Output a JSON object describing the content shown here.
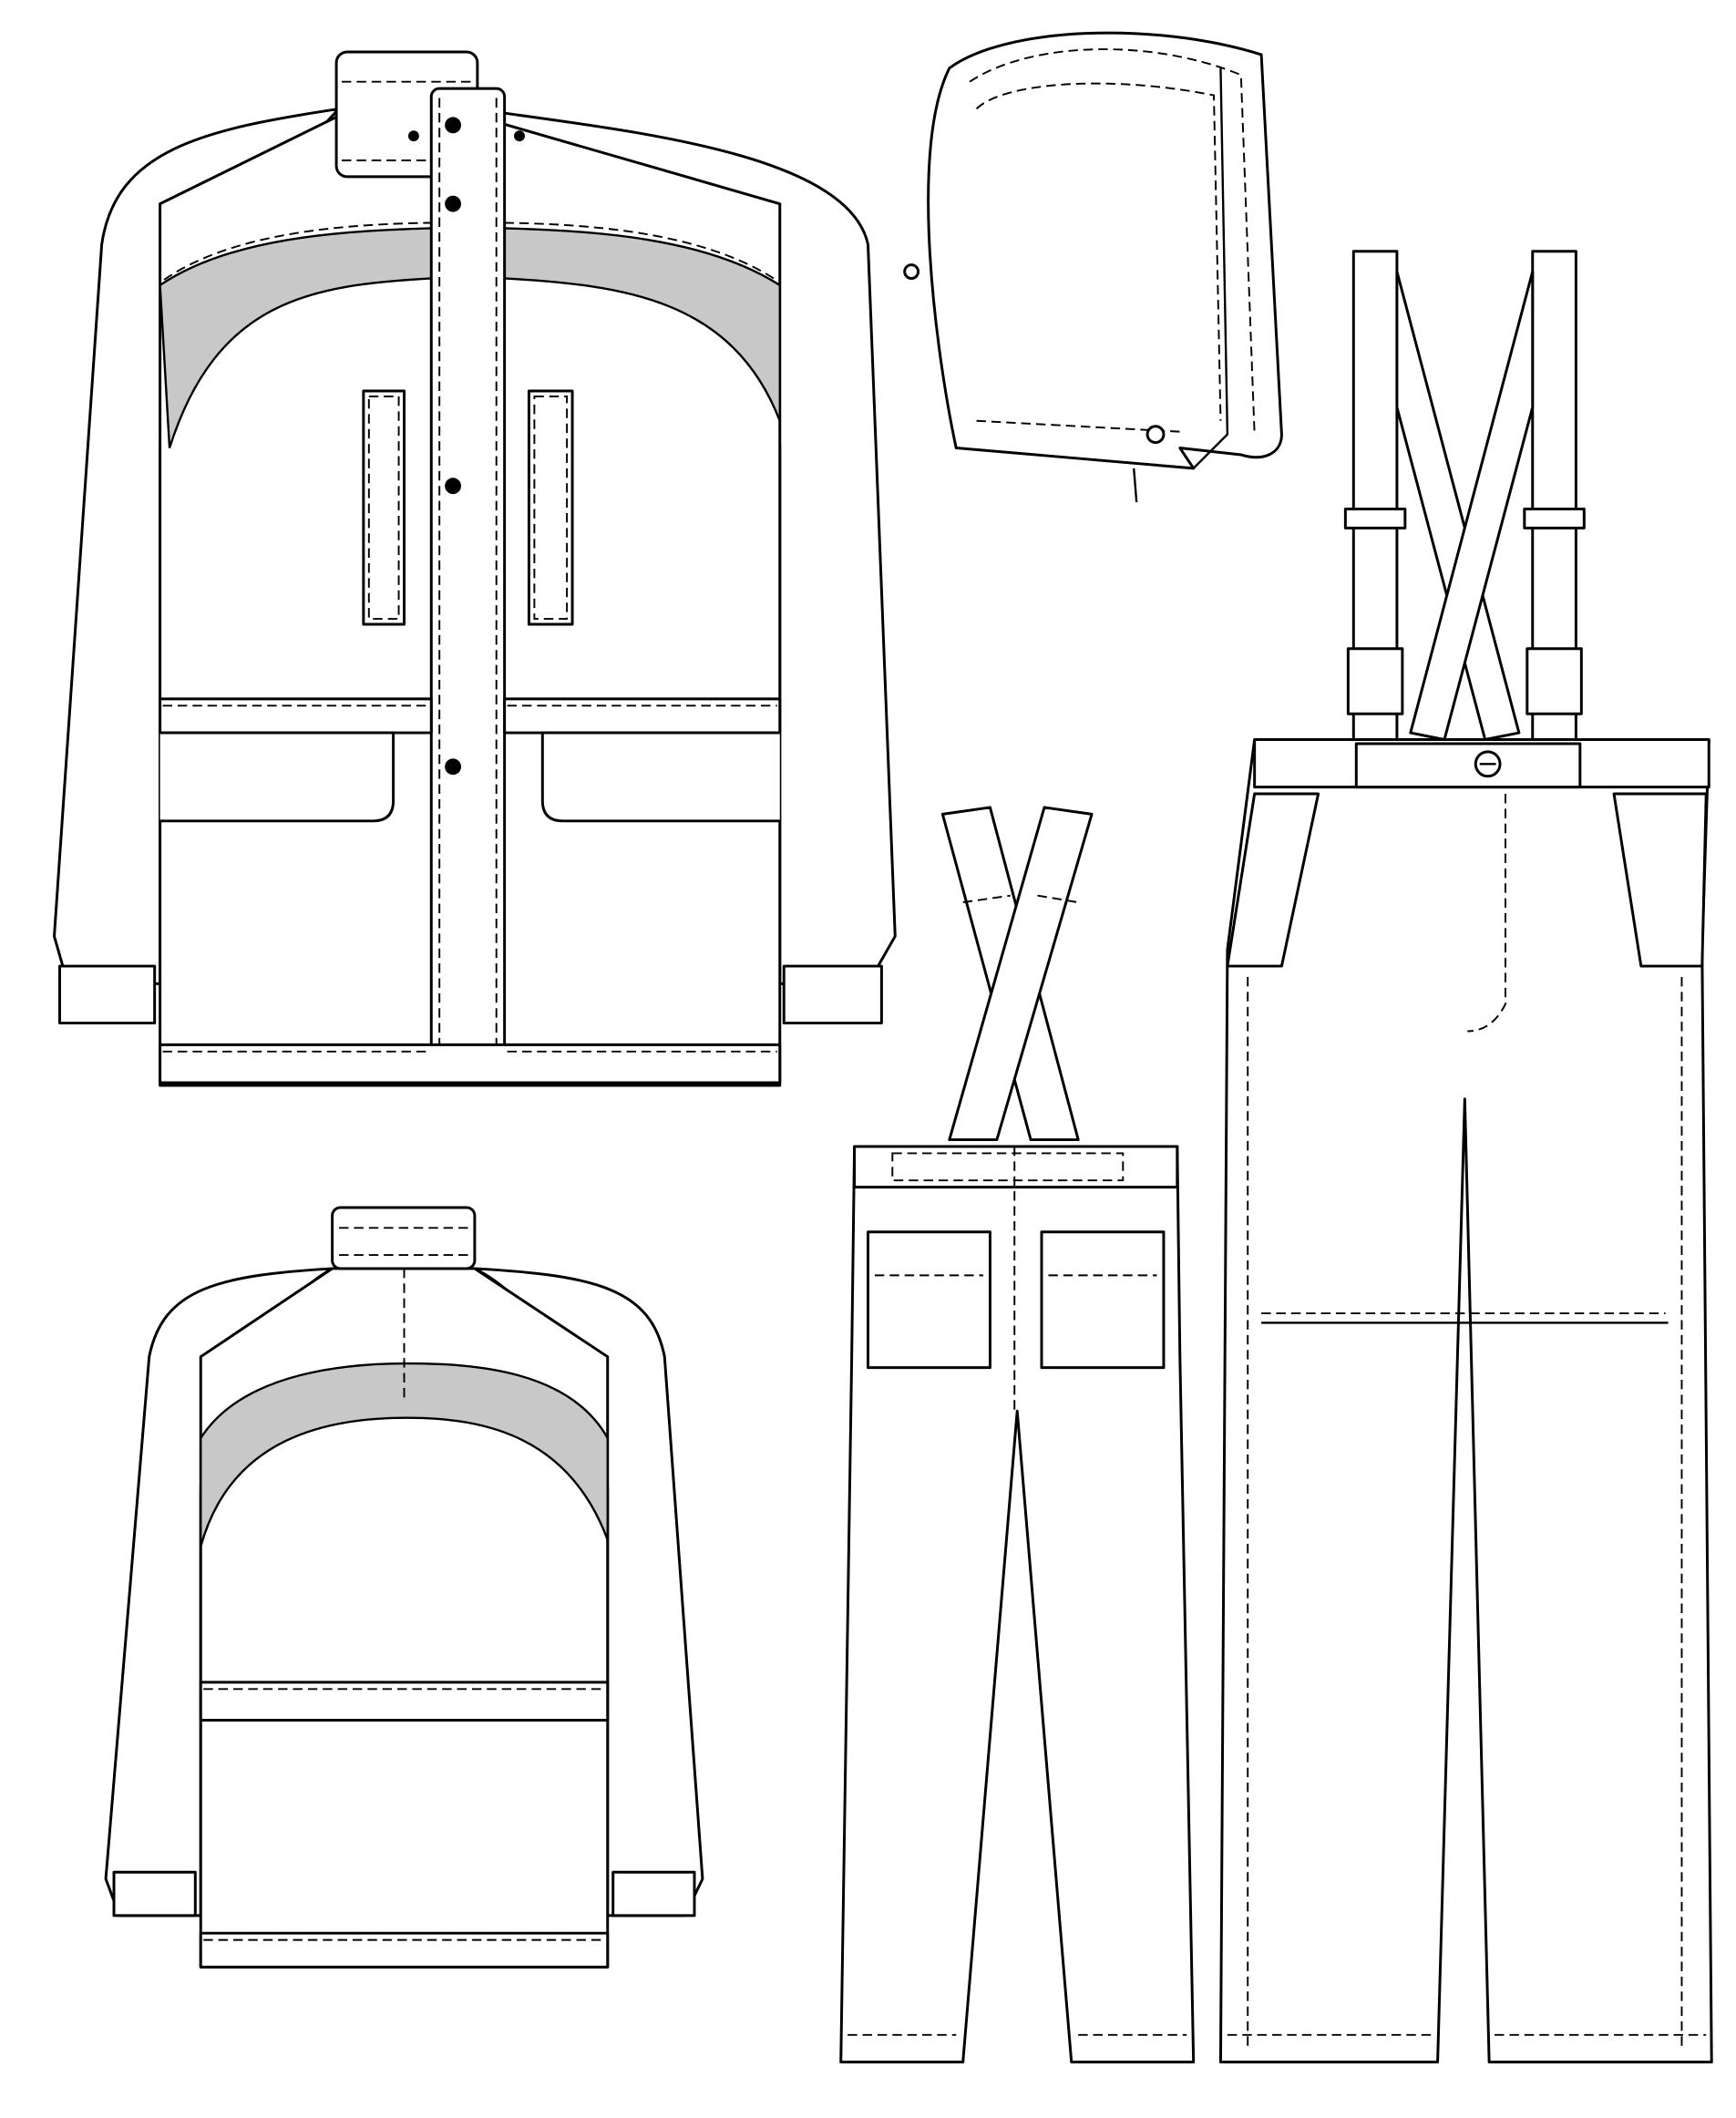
{
  "figure": {
    "views": [
      "jacket-front",
      "hood",
      "jacket-back",
      "overalls-back",
      "overalls-front"
    ]
  },
  "colors": {
    "line": "#000000",
    "background": "#ffffff",
    "reflective_band": "#c8c8c8"
  }
}
